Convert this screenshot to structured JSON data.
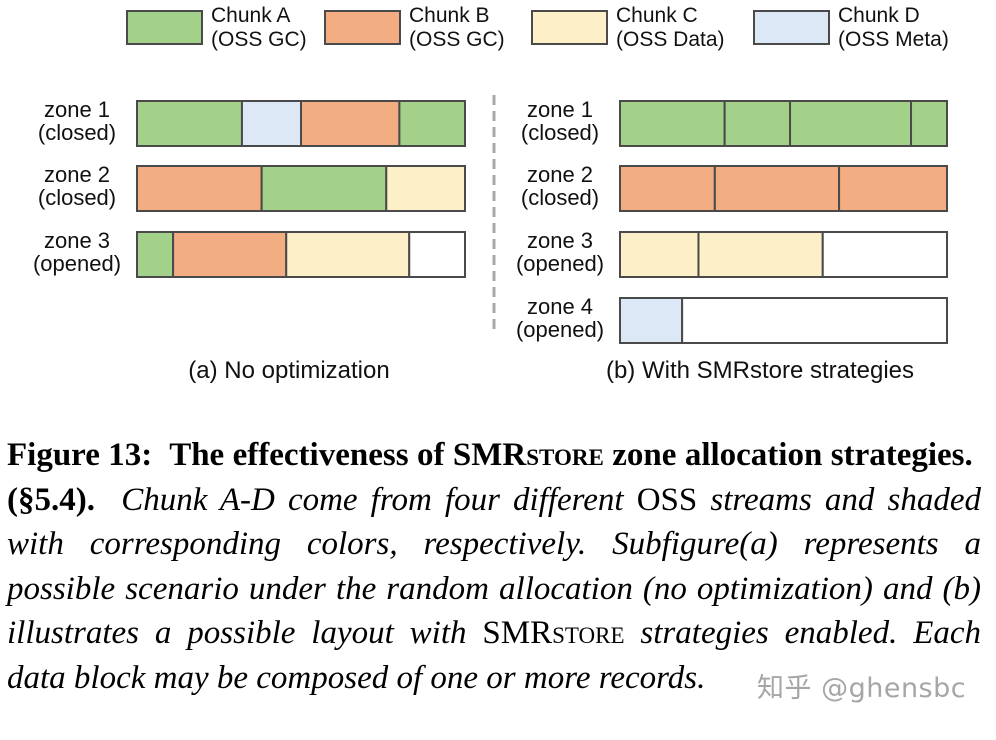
{
  "colors": {
    "A": "#a3d18a",
    "B": "#f2ad82",
    "C": "#fdefc7",
    "D": "#dce8f5",
    "empty": "#ffffff",
    "stroke": "#4a4a4a",
    "divider": "#a8a8a8"
  },
  "legend": [
    {
      "key": "A",
      "line1": "Chunk A",
      "line2": "(OSS GC)"
    },
    {
      "key": "B",
      "line1": "Chunk B",
      "line2": "(OSS GC)"
    },
    {
      "key": "C",
      "line1": "Chunk C",
      "line2": "(OSS Data)"
    },
    {
      "key": "D",
      "line1": "Chunk D",
      "line2": "(OSS Meta)"
    }
  ],
  "panels": [
    {
      "caption": "(a) No optimization",
      "zones": [
        {
          "name": "zone 1",
          "state": "(closed)",
          "blocks": [
            {
              "chunk": "A",
              "size": 0.32
            },
            {
              "chunk": "D",
              "size": 0.18
            },
            {
              "chunk": "B",
              "size": 0.3
            },
            {
              "chunk": "A",
              "size": 0.2
            }
          ]
        },
        {
          "name": "zone 2",
          "state": "(closed)",
          "blocks": [
            {
              "chunk": "B",
              "size": 0.38
            },
            {
              "chunk": "A",
              "size": 0.38
            },
            {
              "chunk": "C",
              "size": 0.24
            }
          ]
        },
        {
          "name": "zone 3",
          "state": "(opened)",
          "blocks": [
            {
              "chunk": "A",
              "size": 0.11
            },
            {
              "chunk": "B",
              "size": 0.345
            },
            {
              "chunk": "C",
              "size": 0.375
            },
            {
              "chunk": "empty",
              "size": 0.17
            }
          ]
        }
      ]
    },
    {
      "caption": "(b) With SMRstore strategies",
      "zones": [
        {
          "name": "zone 1",
          "state": "(closed)",
          "blocks": [
            {
              "chunk": "A",
              "size": 0.32
            },
            {
              "chunk": "A",
              "size": 0.2
            },
            {
              "chunk": "A",
              "size": 0.37
            },
            {
              "chunk": "A",
              "size": 0.11
            }
          ]
        },
        {
          "name": "zone 2",
          "state": "(closed)",
          "blocks": [
            {
              "chunk": "B",
              "size": 0.29
            },
            {
              "chunk": "B",
              "size": 0.38
            },
            {
              "chunk": "B",
              "size": 0.33
            }
          ]
        },
        {
          "name": "zone 3",
          "state": "(opened)",
          "blocks": [
            {
              "chunk": "C",
              "size": 0.24
            },
            {
              "chunk": "C",
              "size": 0.38
            },
            {
              "chunk": "empty",
              "size": 0.38
            }
          ]
        },
        {
          "name": "zone 4",
          "state": "(opened)",
          "blocks": [
            {
              "chunk": "D",
              "size": 0.19
            },
            {
              "chunk": "empty",
              "size": 0.81
            }
          ]
        }
      ]
    }
  ],
  "caption": {
    "label": "Figure 13:",
    "title_part1": "The effectiveness of SMR",
    "title_smallcaps": "store",
    "title_part2": "zone allocation strategies.",
    "section_ref": "(§5.4).",
    "text1": "Chunk A-D come from four different",
    "oss": "OSS",
    "text2": "streams and shaded with corresponding colors, respectively. Subfigure(a) represents a possible scenario under the random allocation (no optimization) and (b) illustrates a possible layout with",
    "smr": "SMR",
    "smr_smallcaps": "store",
    "text3": "strategies enabled. Each data block may be composed of one or more records."
  },
  "watermark": "知乎 @ghensbc"
}
